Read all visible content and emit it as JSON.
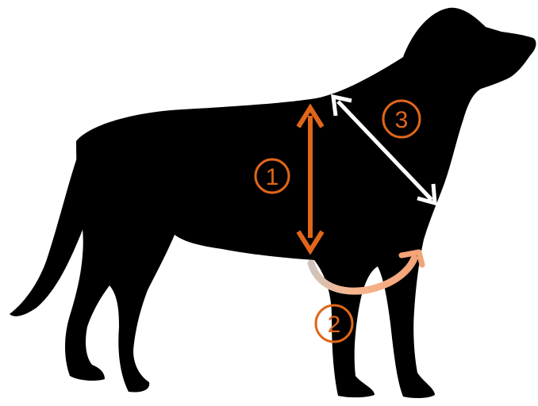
{
  "colors": {
    "background": "#ffffff",
    "silhouette": "#000000",
    "orange": "#e0661a",
    "peach": "#f4b08a",
    "white_arrow": "#ffffff"
  },
  "markers": [
    {
      "label": "1",
      "measurement": "height"
    },
    {
      "label": "2",
      "measurement": "girth"
    },
    {
      "label": "3",
      "measurement": "chest"
    }
  ]
}
